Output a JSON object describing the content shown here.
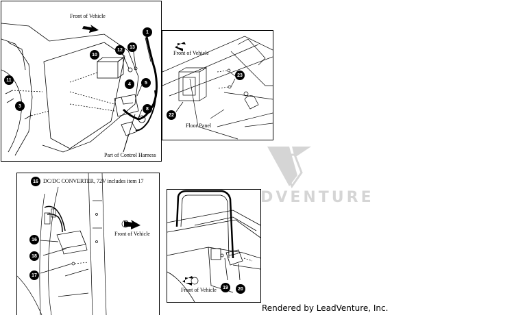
{
  "panel_a": {
    "front_label": "Front of Vehicle",
    "harness_label": "Part of Control Harness",
    "callouts": [
      "1",
      "10",
      "12",
      "13",
      "11",
      "4",
      "5",
      "3",
      "8"
    ]
  },
  "panel_b": {
    "front_label": "Front of Vehicle",
    "floor_label": "Floor Panel",
    "callouts": [
      "23",
      "22"
    ]
  },
  "panel_c": {
    "title_num": "16",
    "title_text": "DC/DC CONVERTER, 72V includes item 17",
    "front_label": "Front of Vehicle",
    "callouts": [
      "16",
      "18",
      "17"
    ]
  },
  "panel_d": {
    "front_label": "Front of Vehicle",
    "callouts": [
      "19",
      "20"
    ]
  },
  "watermark": "LEADVENTURE",
  "render_credit": "Rendered by LeadVenture, Inc."
}
